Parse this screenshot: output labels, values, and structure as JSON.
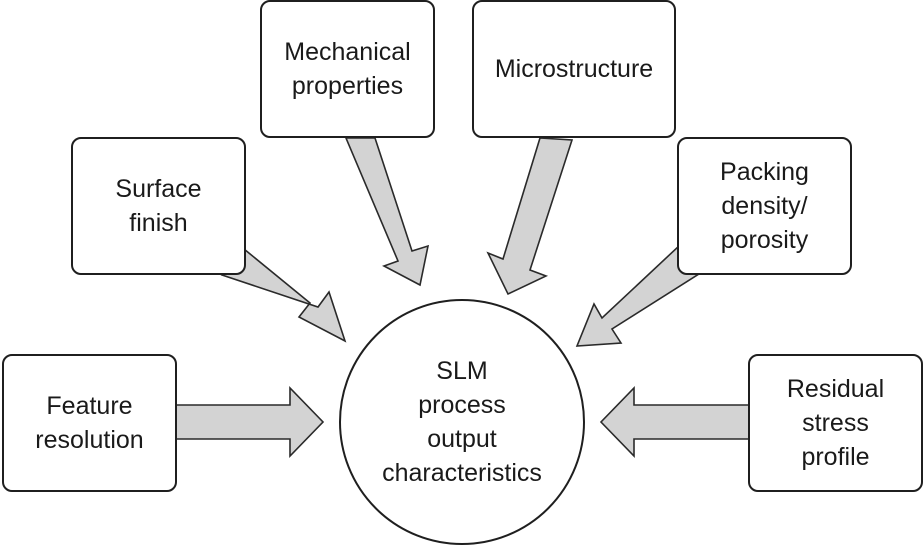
{
  "center": {
    "label": "SLM\nprocess\noutput\ncharacteristics"
  },
  "factors": {
    "feature_resolution": "Feature\nresolution",
    "surface_finish": "Surface\nfinish",
    "mechanical_properties": "Mechanical\nproperties",
    "microstructure": "Microstructure",
    "packing_density": "Packing\ndensity/\nporosity",
    "residual_stress": "Residual\nstress\nprofile"
  },
  "colors": {
    "arrow_fill": "#d3d3d3",
    "outline": "#1f1f1f",
    "background": "#ffffff"
  }
}
